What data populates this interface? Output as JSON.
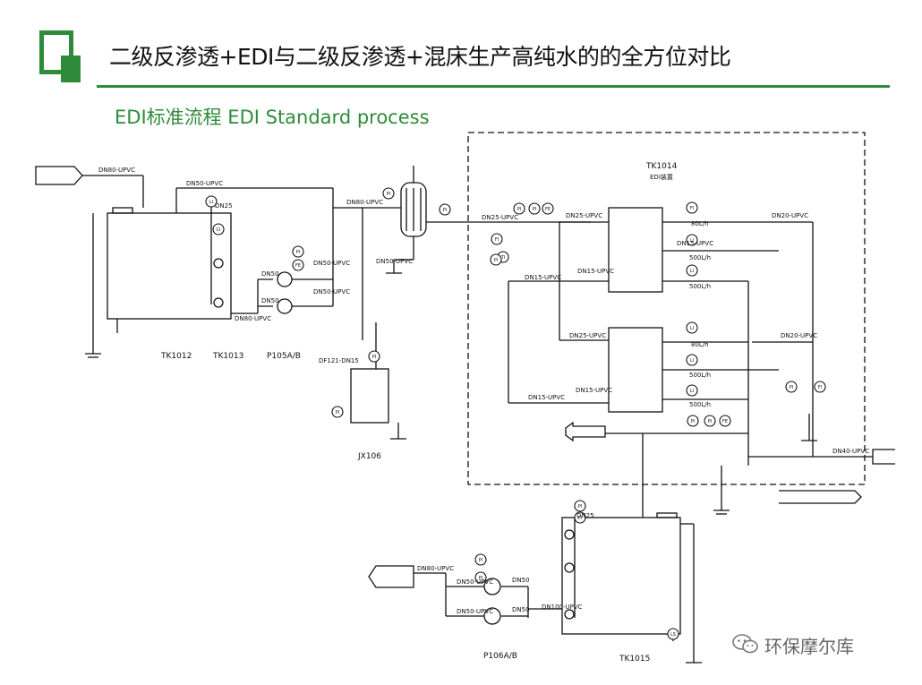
{
  "header": {
    "title": "二级反渗透+EDI与二级反渗透+混床生产高纯水的的全方位对比",
    "subtitle": "EDI标准流程 EDI Standard process"
  },
  "diagram": {
    "equipment": {
      "tk1012_tag": "TK1012",
      "tk1013_tag": "TK1013",
      "p105ab_tag": "P105A/B",
      "tk1014_tag": "TK1014",
      "jx106_tag": "JX106",
      "tk1015_tag": "TK1015",
      "p106ab_tag": "P106A/B",
      "tk1014_name": "EDI装置"
    },
    "line_labels": {
      "l1": "DN80-UPVC",
      "l2": "DN50-UPVC",
      "l3": "DN80-UPVC",
      "l4": "DN50-UPVC",
      "l5": "DN50-UPVC",
      "l6": "DN80-UPVC",
      "l7": "DN50-UPVC",
      "l8": "DN25-UPVC",
      "l9": "DN25-UPVC",
      "l10": "DN15-UPVC",
      "l11": "DN15-UPVC",
      "l12": "DN25-UPVC",
      "l13": "DN15-UPVC",
      "l14": "DN15-UPVC",
      "l15": "DN15-UPVC",
      "l16": "DN20-UPVC",
      "l17": "DN20-UPVC",
      "l18": "DN40-UPVC",
      "l19": "DN50-UPVC",
      "l20": "DN50-UPVC",
      "l21": "DN80-UPVC",
      "l22": "DN100-UPVC",
      "l23": "DN25",
      "l24": "DN50",
      "l25": "DN50",
      "l26": "DN25",
      "l27": "DN50",
      "l28": "DN50",
      "l29": "DF121-DN15"
    },
    "flow_labels": {
      "f1": "80L/h",
      "f2": "500L/h",
      "f3": "500L/h",
      "f4": "80L/h",
      "f5": "500L/h",
      "f6": "500L/h"
    },
    "instruments": [
      "PI",
      "PI",
      "FI",
      "TI",
      "PI",
      "PI",
      "FE",
      "PI",
      "FI",
      "LI",
      "LI",
      "LI",
      "LI",
      "LI",
      "LI",
      "CI",
      "PI",
      "FE",
      "PI",
      "PI",
      "PI",
      "PI",
      "FE",
      "PI",
      "FI",
      "PI",
      "PI",
      "PI",
      "PI",
      "LS"
    ]
  },
  "watermark": {
    "text": "环保摩尔库",
    "icon": "wechat-icon"
  },
  "colors": {
    "accent": "#2e8b3a",
    "line": "#111111"
  }
}
